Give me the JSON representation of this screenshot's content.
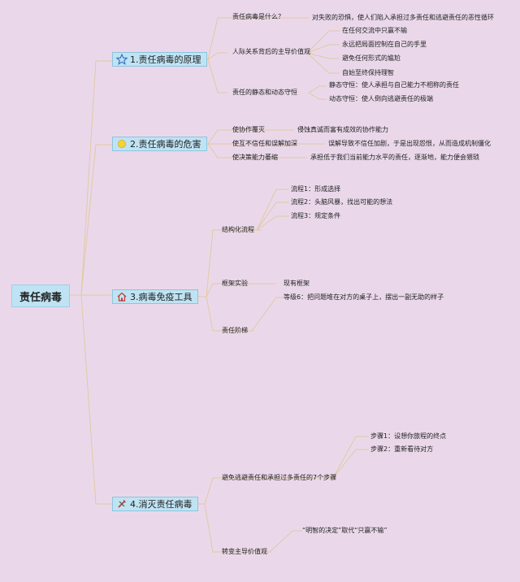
{
  "root": "责任病毒",
  "branches": [
    {
      "label": "1.责任病毒的原理",
      "icon": "star-icon",
      "children": [
        {
          "label": "责任病毒是什么？",
          "children": [
            "对失败的恐惧，使人们陷入承担过多责任和逃避责任的恶性循环"
          ]
        },
        {
          "label": "人际关系背后的主导价值观",
          "children": [
            "在任何交流中只赢不输",
            "永远把局面控制在自己的手里",
            "避免任何形式的尴尬",
            "自始至终保持理智"
          ]
        },
        {
          "label": "责任的静态和动态守恒",
          "children": [
            "静态守恒：使人承担与自己能力不相称的责任",
            "动态守恒：使人倒向逃避责任的极端"
          ]
        }
      ]
    },
    {
      "label": "2.责任病毒的危害",
      "icon": "sun-icon",
      "children": [
        {
          "label": "使协作覆灭",
          "children": [
            "侵蚀真诚而富有成效的协作能力"
          ]
        },
        {
          "label": "使互不信任和误解加深",
          "children": [
            "误解导致不信任加剧，于是出现怨恨，从而造成机制僵化"
          ]
        },
        {
          "label": "使决策能力萎缩",
          "children": [
            "承担低于我们当前能力水平的责任，逐渐地，能力便会猥琐"
          ]
        }
      ]
    },
    {
      "label": "3.病毒免疫工具",
      "icon": "house-icon",
      "children": [
        {
          "label": "结构化流程",
          "children": [
            "流程1：形成选择",
            "流程2：头脑风暴，找出可能的想法",
            "流程3：规定条件"
          ]
        },
        {
          "label": "框架实验",
          "children": [
            "现有框架"
          ]
        },
        {
          "label": "责任阶梯",
          "children": [
            "等级6：把问题堆在对方的桌子上，摆出一副无助的样子"
          ]
        }
      ]
    },
    {
      "label": "4.消灭责任病毒",
      "icon": "tools-icon",
      "children": [
        {
          "label": "避免逃避责任和承担过多责任的7个步骤",
          "children": [
            "步骤1：设想你旅程的终点",
            "步骤2：重新看待对方"
          ]
        },
        {
          "label": "转变主导价值观",
          "children": [
            "“明智的决定”取代“只赢不输”"
          ]
        }
      ]
    }
  ],
  "colors": {
    "background": "#ead8ea",
    "node_fill": "#bfe3f3",
    "line": "#e2c9a3"
  }
}
